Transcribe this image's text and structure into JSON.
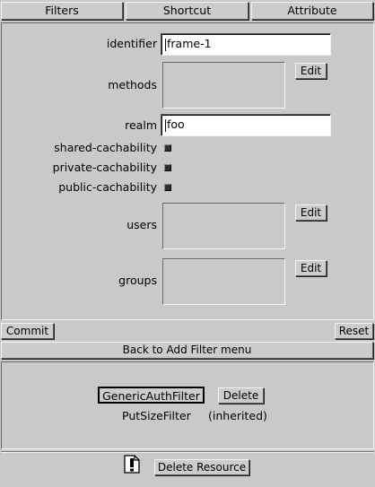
{
  "tabs": [
    "Filters",
    "Shortcut",
    "Attribute"
  ],
  "form": {
    "identifier": {
      "label": "identifier",
      "value": "frame-1"
    },
    "methods": {
      "label": "methods",
      "edit": "Edit"
    },
    "realm": {
      "label": "realm",
      "value": "foo"
    },
    "shared_cachability": {
      "label": "shared-cachability",
      "checked": false
    },
    "private_cachability": {
      "label": "private-cachability",
      "checked": false
    },
    "public_cachability": {
      "label": "public-cachability",
      "checked": false
    },
    "users": {
      "label": "users",
      "edit": "Edit"
    },
    "groups": {
      "label": "groups",
      "edit": "Edit"
    }
  },
  "actions": {
    "commit": "Commit",
    "reset": "Reset",
    "back": "Back to Add Filter menu"
  },
  "filters_panel": {
    "selected_filter": "GenericAuthFilter",
    "delete": "Delete",
    "inherited_filter": "PutSizeFilter",
    "inherited_note": "(inherited)"
  },
  "footer": {
    "icon": "warning-icon",
    "delete_resource": "Delete Resource"
  }
}
